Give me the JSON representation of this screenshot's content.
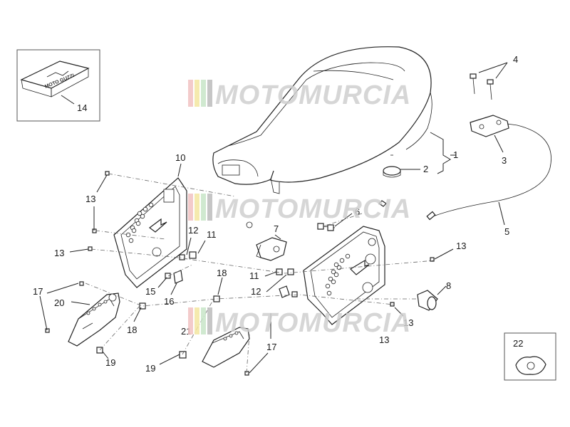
{
  "watermark": {
    "text": "MOTOMURCIA",
    "colors": [
      "#f2c2c2",
      "#f4e7a0",
      "#c8e6c8",
      "#bdbdbd"
    ]
  },
  "kit": {
    "label": "14",
    "logo_text": "MOTO GUZZI"
  },
  "gasket": {
    "label": "22"
  },
  "labels": {
    "l1": "1",
    "l2": "2",
    "l3": "3",
    "l4": "4",
    "l5": "5",
    "l6": "6",
    "l7": "7",
    "l8": "8",
    "l10": "10",
    "l11a": "11",
    "l11b": "11",
    "l12a": "12",
    "l12b": "12",
    "l13a": "13",
    "l13b": "13",
    "l13c": "13",
    "l13d": "13",
    "l13e": "13",
    "l15": "15",
    "l16": "16",
    "l17a": "17",
    "l17b": "17",
    "l18a": "18",
    "l18b": "18",
    "l19a": "19",
    "l19b": "19",
    "l20": "20",
    "l21": "21"
  },
  "colors": {
    "ink": "#222222",
    "watermark_grey": "#c8c8c8"
  }
}
